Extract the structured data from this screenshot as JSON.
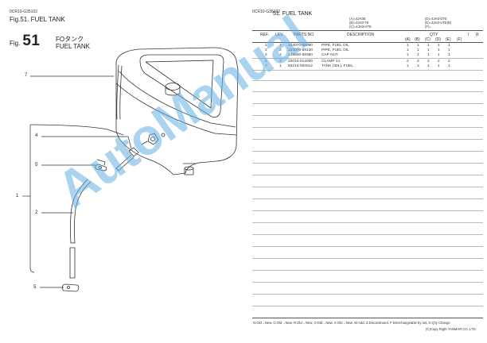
{
  "left_page": {
    "doc_code": "0CR10-G35102",
    "figure_title": "Fig.51.  FUEL TANK",
    "fig_label": "Fig.",
    "fig_number": "51",
    "name_jp": "FOタンク",
    "name_en": "FUEL TANK",
    "callouts": [
      "7",
      "4",
      "5",
      "1",
      "2",
      "5"
    ]
  },
  "right_page": {
    "doc_code": "0CR10-G35102",
    "section_title": "51.  FUEL TANK",
    "model_legend": [
      "(A)=4JH3E",
      "(B)=4JH3-TE",
      "(C)=4JH3-HTE",
      "(D)=4JH3-DTE",
      "(E)=4JH3-UTE(B)",
      "(F)="
    ],
    "headers": {
      "ref": "REF.",
      "lev": "LEV.",
      "parts": "PARTS NO.",
      "desc": "DESCRIPTION",
      "qty": "QTY",
      "i": "I",
      "r": "R",
      "qty_cols": [
        "(A)",
        "(B)",
        "(C)",
        "(D)",
        "(E)",
        "(F)"
      ]
    },
    "rows": [
      {
        "ref": "1",
        "lev": "1",
        "parts": "124070-59060",
        "desc": "PIPE, FUEL OIL",
        "qty": [
          "1",
          "1",
          "1",
          "1",
          "1",
          ""
        ]
      },
      {
        "ref": "2",
        "lev": "2",
        "parts": "124070-59130",
        "desc": "PIPE, FUEL OIL",
        "qty": [
          "1",
          "1",
          "1",
          "1",
          "1",
          ""
        ]
      },
      {
        "ref": "4",
        "lev": "2",
        "parts": "139600-59380",
        "desc": "CAP NUT",
        "qty": [
          "1",
          "1",
          "1",
          "1",
          "1",
          ""
        ]
      },
      {
        "ref": "5",
        "lev": "2",
        "parts": "23010-014000",
        "desc": "CLAMP 14",
        "qty": [
          "2",
          "2",
          "2",
          "2",
          "2",
          ""
        ]
      },
      {
        "ref": "7",
        "lev": "1",
        "parts": "83213-003012",
        "desc": "TANK (30L), FUEL",
        "qty": [
          "1",
          "1",
          "1",
          "1",
          "1",
          ""
        ]
      }
    ],
    "footer_line1": "N:Old→New, O:Old→New, R:Old→New, O:Old→New, X:Old→New, W:Add, Z:Discontinued, F:Interchangeable by set, K:Q'ty Change",
    "footer_line2": "(C)Copy Right YANMAR CO.,LTD."
  },
  "watermark": "AutoManual"
}
